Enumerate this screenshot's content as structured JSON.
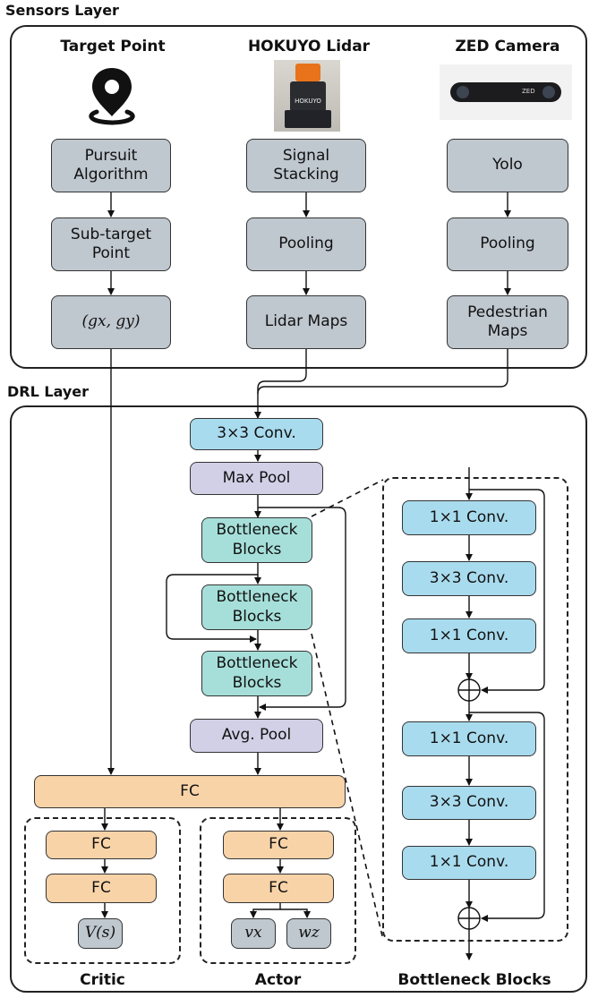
{
  "sensors_layer": {
    "label": "Sensors Layer",
    "columns": {
      "target": {
        "title": "Target Point",
        "icon": "map-pin-icon",
        "boxes": [
          "Pursuit\nAlgorithm",
          "Sub-target\nPoint",
          "(gx, gy)"
        ]
      },
      "lidar": {
        "title": "HOKUYO Lidar",
        "image": "hokuyo-lidar-photo",
        "image_text": "HOKUYO",
        "boxes": [
          "Signal\nStacking",
          "Pooling",
          "Lidar Maps"
        ]
      },
      "camera": {
        "title": "ZED Camera",
        "image": "zed-camera-photo",
        "image_text": "ZED",
        "boxes": [
          "Yolo",
          "Pooling",
          "Pedestrian\nMaps"
        ]
      }
    }
  },
  "drl_layer": {
    "label": "DRL Layer",
    "backbone": [
      "3×3 Conv.",
      "Max Pool",
      "Bottleneck\nBlocks",
      "Bottleneck\nBlocks",
      "Bottleneck\nBlocks",
      "Avg. Pool"
    ],
    "fc": "FC",
    "critic": {
      "label": "Critic",
      "fc1": "FC",
      "fc2": "FC",
      "output": "V(s)"
    },
    "actor": {
      "label": "Actor",
      "fc1": "FC",
      "fc2": "FC",
      "output_vx": "vx",
      "output_wz": "wz"
    },
    "bottleneck_detail": {
      "label": "Bottleneck Blocks",
      "boxes": [
        "1×1 Conv.",
        "3×3 Conv.",
        "1×1 Conv.",
        "1×1 Conv.",
        "3×3 Conv.",
        "1×1 Conv."
      ],
      "adder_symbol": "⊕"
    }
  },
  "colors": {
    "gray_box": "#bfc7cf",
    "conv_blue": "#a9dbee",
    "pool_purple": "#d2d0e7",
    "bottleneck_teal": "#a6dfd9",
    "fc_orange": "#f8d3a8"
  }
}
